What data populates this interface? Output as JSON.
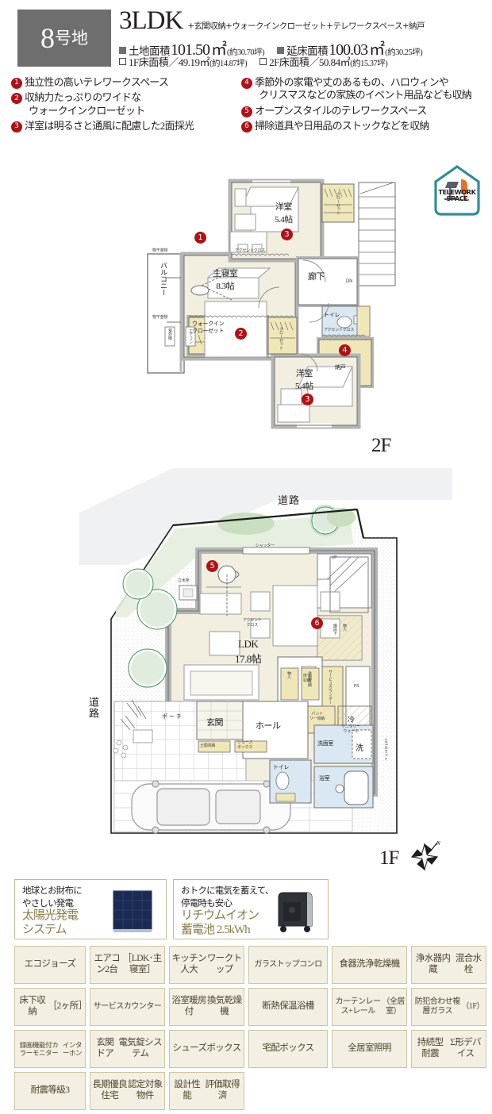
{
  "header": {
    "lot_number": "8",
    "lot_suffix": "号地",
    "plan_type": "3LDK",
    "plan_type_sub": "+玄関収納+ウォークインクローゼット+テレワークスペース+納戸",
    "land_area_label": "土地面積",
    "land_area_value": "101.50",
    "land_area_unit": "m",
    "land_area_tsubo": "(約30.70坪)",
    "total_floor_label": "延床面積",
    "total_floor_value": "100.03",
    "total_floor_unit": "m",
    "total_floor_tsubo": "(約30.25坪)",
    "f1_label": "1F床面積／",
    "f1_value": "49.19㎡",
    "f1_tsubo": "(約14.87坪)",
    "f2_label": "2F床面積／",
    "f2_value": "50.84㎡",
    "f2_tsubo": "(約15.37坪)"
  },
  "features": {
    "left": [
      {
        "num": "1",
        "line1": "独立性の高いテレワークスペース",
        "line2": ""
      },
      {
        "num": "2",
        "line1": "収納力たっぷりのワイドな",
        "line2": "ウォークインクローゼット"
      },
      {
        "num": "3",
        "line1": "洋室は明るさと通風に配慮した2面採光",
        "line2": ""
      }
    ],
    "right": [
      {
        "num": "4",
        "line1": "季節外の家電や丈のあるもの、ハロウィンや",
        "line2": "クリスマスなどの家族のイベント用品なども収納"
      },
      {
        "num": "5",
        "line1": "オープンスタイルのテレワークスペース",
        "line2": ""
      },
      {
        "num": "6",
        "line1": "掃除道具や日用品のストックなどを収納",
        "line2": ""
      }
    ]
  },
  "telework_badge": {
    "line1": "TELEWORK",
    "line2": "SPACE"
  },
  "floor2": {
    "tag": "2F",
    "rooms": [
      {
        "name": "洋室",
        "size": "5.4帖"
      },
      {
        "name": "主寝室",
        "size": "8.3帖"
      },
      {
        "name": "洋室",
        "size": "5.4帖"
      }
    ],
    "labels": {
      "balcony": "バルコニー",
      "hallway": "廊下",
      "toilet": "トイレ",
      "storage": "納戸",
      "walk_in_closet_1": "ウォークイン",
      "walk_in_closet_2": "クローゼット",
      "closet": "クローゼット",
      "down": "DN",
      "accent_cloth": "アクセントクロス",
      "laundry_hw": "物干金物",
      "outdoor_unit": "室外機",
      "aircon": "エアコン"
    }
  },
  "floor1": {
    "tag": "1F",
    "rooms": [
      {
        "name": "LDK",
        "size": "17.8帖"
      }
    ],
    "labels": {
      "road_top": "道路",
      "road_left": "道路",
      "porch": "ポーチ",
      "entrance": "玄関",
      "hall": "ホール",
      "toilet": "トイレ",
      "washroom": "洗面室",
      "bath": "浴室",
      "laundry": "洗",
      "shutter": "シャッター",
      "under_stair_storage_1": "階段下",
      "under_stair_storage_2": "物入",
      "service_counter": "サービスカウンター",
      "ps": "PS",
      "up": "UP",
      "faucet": "立水栓",
      "accent_cloth_1": "アクセント",
      "accent_cloth_2": "クロス",
      "doma_storage": "土間収納",
      "shoes_box_1": "シューズ",
      "shoes_box_2": "ボックス",
      "under_floor_storage_1": "床下",
      "under_floor_storage_2": "収納",
      "pantry_1": "パント",
      "pantry_2": "リー収納",
      "fridge": "冷",
      "monooki": "物入",
      "washer_storage": "洗面収納",
      "sanitary_1": "サニタリー",
      "sanitary_2": "ウォール",
      "eco_walk": "エコカラット"
    }
  },
  "compass": {
    "north": "N"
  },
  "promo": {
    "solar": {
      "head_line1": "地球とお財布に",
      "head_line2": "やさしい発電",
      "main_line1": "太陽光発電",
      "main_line2": "システム"
    },
    "battery": {
      "head_line1": "おトクに電気を蓄えて、",
      "head_line2": "停電時も安心",
      "main_line1": "リチウムイオン",
      "main_line2": "蓄電池 2.5kWh"
    }
  },
  "specs": {
    "rows": [
      [
        {
          "text": "エコジョーズ",
          "size": "normal"
        },
        {
          "text": "エアコン2台\n［LDK･主寝室］",
          "size": "normal"
        },
        {
          "text": "キッチン人大\nワークトップ",
          "size": "normal"
        },
        {
          "text": "ガラストップコンロ",
          "size": "small"
        },
        {
          "text": "食器洗浄乾燥機",
          "size": "normal"
        },
        {
          "text": "浄水器内蔵\n混合水栓",
          "size": "normal"
        }
      ],
      [
        {
          "text": "床下収納\n［2ヶ所］",
          "size": "normal"
        },
        {
          "text": "サービスカウンター",
          "size": "small"
        },
        {
          "text": "浴室暖房付\n換気乾燥機",
          "size": "normal"
        },
        {
          "text": "断熱保温浴槽",
          "size": "normal"
        },
        {
          "text": "カーテンレース+レール\n（全居室）",
          "size": "small"
        },
        {
          "text": "防犯合わせ複層ガラス\n（1F）",
          "size": "small"
        }
      ],
      [
        {
          "text": "録画機能付カラーモニター\nインターホン",
          "size": "tiny"
        },
        {
          "text": "玄関ドア\n電気錠システム",
          "size": "normal"
        },
        {
          "text": "シューズ\nボックス",
          "size": "normal"
        },
        {
          "text": "宅配ボックス",
          "size": "normal"
        },
        {
          "text": "全居室照明",
          "size": "normal"
        },
        {
          "text": "持続型耐震\nΣ形デバイス",
          "size": "normal"
        }
      ],
      [
        {
          "text": "耐震等級\n3",
          "size": "normal"
        },
        {
          "text": "長期優良住宅\n認定対象物件",
          "size": "normal"
        },
        {
          "text": "設計性能\n評価取得済",
          "size": "normal"
        }
      ]
    ]
  },
  "colors": {
    "marker_red": "#b01116",
    "badge_gray": "#6e6e6e",
    "spec_bg": "#f3efe2",
    "spec_border": "#cfc4a2",
    "promo_border": "#c8bb93",
    "promo_text": "#8a7a46",
    "room_fill": "#f2efe0",
    "storage_fill": "#f0e7b8",
    "water_fill": "#d9e8f2",
    "teal": "#2f8f94",
    "orange": "#e8722a"
  }
}
